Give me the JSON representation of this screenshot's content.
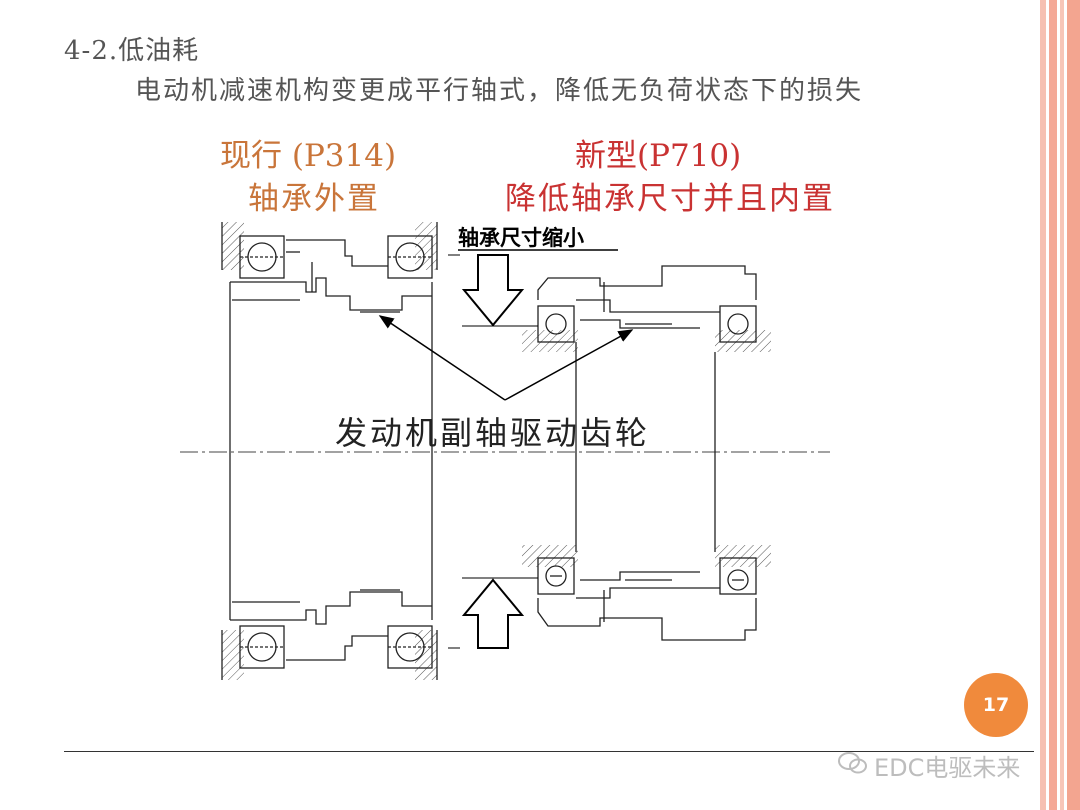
{
  "slide": {
    "title": "4-2.低油耗",
    "subtitle": "电动机减速机构变更成平行轴式，降低无负荷状态下的损失",
    "page_number": "17"
  },
  "left": {
    "heading_line1": "现行 (P314)",
    "heading_line2": "轴承外置"
  },
  "right": {
    "heading_line1": "新型(P710)",
    "heading_line2": "降低轴承尺寸并且内置"
  },
  "annotations": {
    "bearing_shrink": "轴承尺寸缩小",
    "gear_label": "发动机副轴驱动齿轮"
  },
  "watermark": {
    "text": "EDC电驱未来"
  },
  "colors": {
    "left_heading": "#c9753a",
    "right_heading": "#c93232",
    "badge": "#f08a3c",
    "stripe": "#f4a896"
  }
}
